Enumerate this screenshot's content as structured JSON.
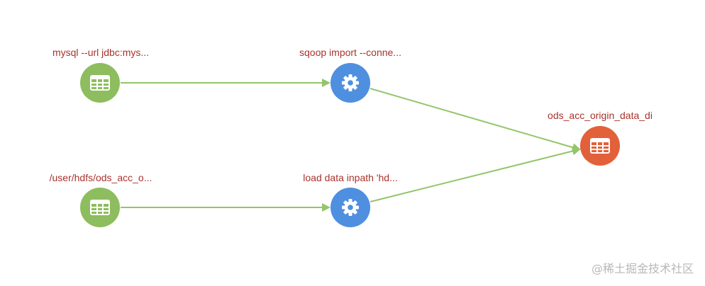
{
  "colors": {
    "source_node": "#8dbd5e",
    "process_node": "#4f8fe0",
    "target_node": "#e2603a",
    "edge": "#93c56a",
    "label": "#a8322c",
    "watermark": "#b8b8b8"
  },
  "nodes": {
    "mysql_source": {
      "label": "mysql --url jdbc:mys...",
      "type": "table",
      "icon": "table-grid-icon"
    },
    "hdfs_source": {
      "label": "/user/hdfs/ods_acc_o...",
      "type": "table",
      "icon": "table-grid-icon"
    },
    "sqoop_process": {
      "label": "sqoop import --conne...",
      "type": "process",
      "icon": "gear-icon"
    },
    "load_process": {
      "label": "load data inpath 'hd...",
      "type": "process",
      "icon": "gear-icon"
    },
    "target_table": {
      "label": "ods_acc_origin_data_di",
      "type": "table",
      "icon": "table-grid-icon"
    }
  },
  "edges": [
    {
      "from": "mysql_source",
      "to": "sqoop_process"
    },
    {
      "from": "hdfs_source",
      "to": "load_process"
    },
    {
      "from": "sqoop_process",
      "to": "target_table"
    },
    {
      "from": "load_process",
      "to": "target_table"
    }
  ],
  "watermark": "@稀土掘金技术社区"
}
